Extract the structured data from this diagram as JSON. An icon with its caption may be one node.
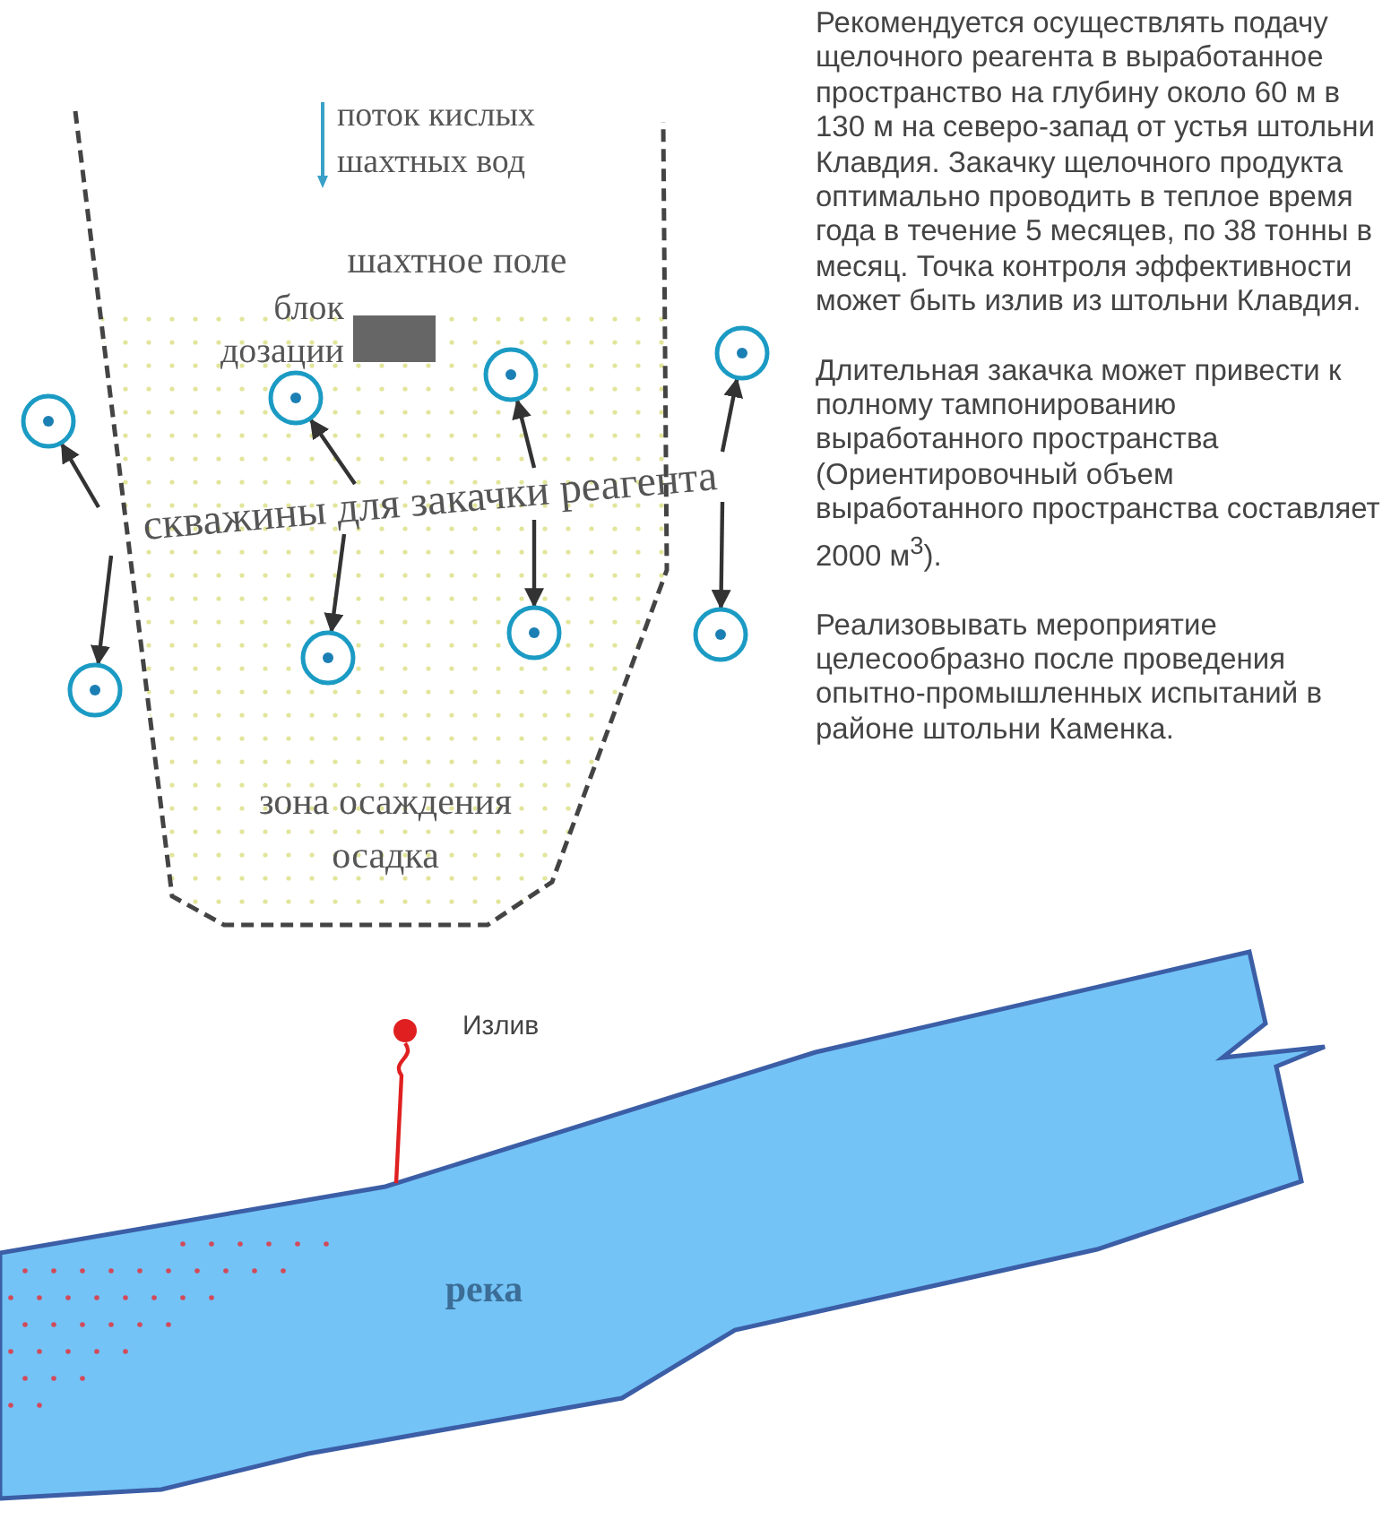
{
  "diagram": {
    "nodes": [
      {
        "text": [
          "шахтное поле",
          "зона осаждения осадка"
        ]
      },
      {
        "text": [
          "блок дозации"
        ],
        "in": 0
      },
      {
        "text": [],
        "shape": "circle"
      },
      {
        "text": [],
        "shape": "circle",
        "in": 0
      },
      {
        "text": [],
        "shape": "circle",
        "in": 0
      },
      {
        "text": [],
        "shape": "circle"
      },
      {
        "text": [
          "скважины для закачки реагента"
        ]
      },
      {
        "text": [],
        "shape": "circle"
      },
      {
        "text": [],
        "shape": "circle",
        "in": 0
      },
      {
        "text": [],
        "shape": "circle",
        "in": 0
      },
      {
        "text": [],
        "shape": "circle"
      },
      {
        "text": [],
        "shape": "circle"
      },
      {
        "text": [
          "река"
        ]
      }
    ],
    "edges": [
      {
        "from": 6,
        "to": 2,
        "arrow": "to"
      },
      {
        "from": 6,
        "to": 3,
        "arrow": "to"
      },
      {
        "from": 6,
        "to": 4,
        "arrow": "to"
      },
      {
        "from": 6,
        "to": 5,
        "arrow": "to"
      },
      {
        "from": 6,
        "to": 7,
        "arrow": "to"
      },
      {
        "from": 6,
        "to": 8,
        "arrow": "to"
      },
      {
        "from": 6,
        "to": 9,
        "arrow": "to"
      },
      {
        "from": 6,
        "to": 10,
        "arrow": "to"
      },
      {
        "from": 11,
        "to": 12,
        "arrow": "none",
        "color": "#e02020"
      }
    ],
    "labels": [
      "поток кислых шахтных вод",
      "Излив",
      "Рекомендуется осуществлять подачу щелочного реагента в выработанное пространство на глубину около 60 м в 130 м на северо-запад от устья штольни Клавдия. Закачку щелочного продукта оптимально проводить в теплое время года в течение 5 месяцев, по 38 тонны в месяц. Точка контроля эффективности может быть излив из штольни Клавдия.",
      "Длительная закачка может привести к полному тампонированию выработанного пространства (Ориентировочный объем выработанного пространства составляет 2000 м$^{3}$).",
      "Реализовывать мероприятие целесообразно после проведения опытно-промышленных испытаний в районе штольни Каменка."
    ]
  }
}
